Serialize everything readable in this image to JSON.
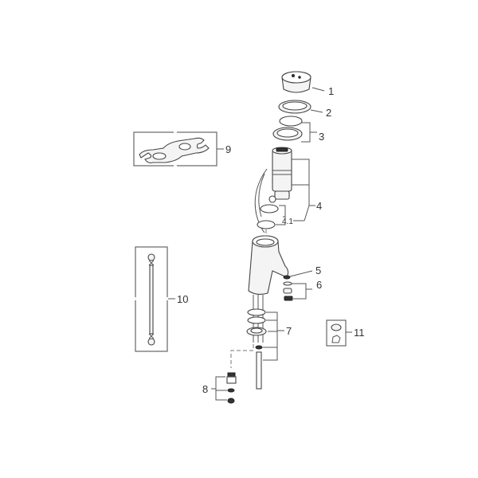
{
  "diagram": {
    "type": "exploded-parts-diagram",
    "subject": "single-lever basin faucet",
    "callouts": [
      {
        "id": "1",
        "label": "1"
      },
      {
        "id": "2",
        "label": "2"
      },
      {
        "id": "3",
        "label": "3"
      },
      {
        "id": "4",
        "label": "4"
      },
      {
        "id": "4.1",
        "label": "4.1"
      },
      {
        "id": "5",
        "label": "5"
      },
      {
        "id": "6",
        "label": "6"
      },
      {
        "id": "7",
        "label": "7"
      },
      {
        "id": "8",
        "label": "8"
      },
      {
        "id": "9",
        "label": "9"
      },
      {
        "id": "10",
        "label": "10"
      },
      {
        "id": "11",
        "label": "11"
      }
    ]
  },
  "colors": {
    "background": "#ffffff",
    "line": "#444444",
    "text": "#333333"
  }
}
